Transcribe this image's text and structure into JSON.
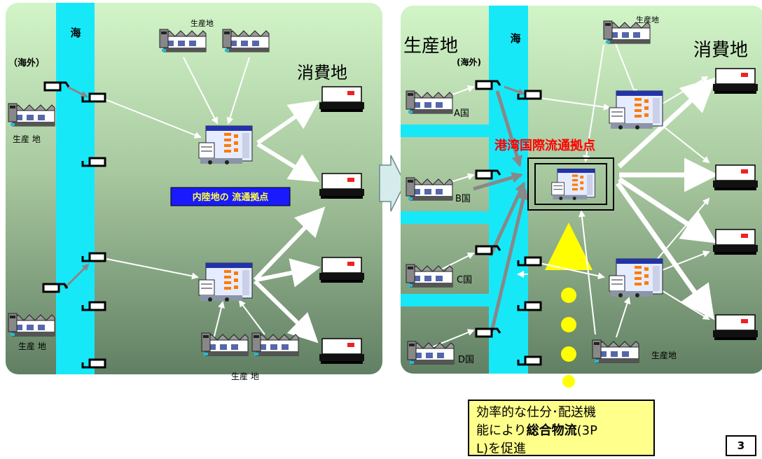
{
  "left_panel": {
    "sea_label": "海",
    "overseas_label": "（海外）",
    "production_label_top": "生産地",
    "production_label_left": "生産 地",
    "production_label_bottom_left": "生産 地",
    "production_label_bottom": "生産 地",
    "consumption_label": "消費地",
    "inland_hub_label": "内陸地の 流通拠点"
  },
  "right_panel": {
    "sea_label": "海",
    "production_label_large": "生産地",
    "overseas_label": "(海外)",
    "production_label_top": "生産地",
    "production_label_bottom": "生産地",
    "consumption_label": "消費地",
    "port_hub_label": "港湾国際流通拠点",
    "countries": [
      "A国",
      "B国",
      "C国",
      "D国"
    ]
  },
  "callout": {
    "line1": "効率的な仕分･配送機",
    "line2_pre": "能により",
    "line2_bold": "総合物流",
    "line2_post": "(3P",
    "line3": "L)を促進"
  },
  "page_number": "3",
  "colors": {
    "sea": "#17e8f8",
    "panel_top": "#c9f0c0",
    "panel_bottom": "#6b8a6b",
    "hub_label_bg": "#1a1aff",
    "hub_label_text": "#ffff40",
    "port_hub_text": "#ff0000",
    "triangle": "#ffff00",
    "callout_bg": "#ffff8c"
  }
}
